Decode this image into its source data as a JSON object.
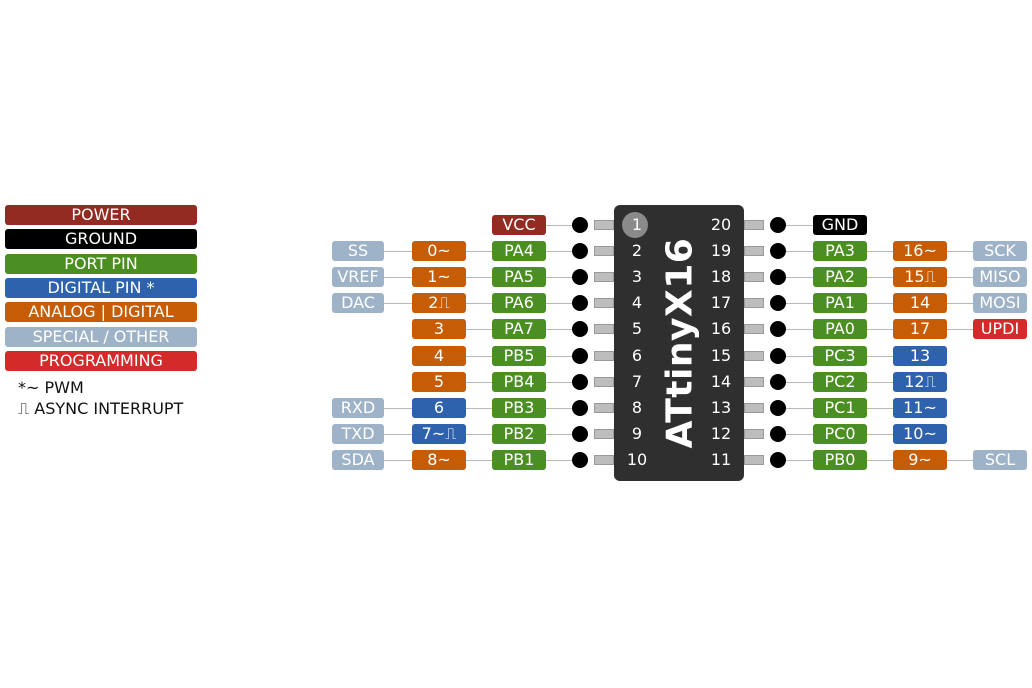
{
  "colors": {
    "power": "#922b21",
    "ground": "#000000",
    "port": "#4b8f23",
    "digital": "#2f62ad",
    "analog": "#c65c06",
    "special": "#9fb3c8",
    "programming": "#d42a2a"
  },
  "legend": [
    {
      "label": "POWER",
      "type": "power"
    },
    {
      "label": "GROUND",
      "type": "ground"
    },
    {
      "label": "PORT PIN",
      "type": "port"
    },
    {
      "label": "DIGITAL PIN *",
      "type": "digital"
    },
    {
      "label": "ANALOG | DIGITAL",
      "type": "analog"
    },
    {
      "label": "SPECIAL / OTHER",
      "type": "special"
    },
    {
      "label": "PROGRAMMING",
      "type": "programming"
    }
  ],
  "notes": [
    "*~  PWM",
    "⎍ ASYNC INTERRUPT"
  ],
  "chip_name": "ATtinyX16",
  "left_pins": [
    {
      "num": "1",
      "labels": [
        {
          "text": "VCC",
          "type": "power"
        }
      ]
    },
    {
      "num": "2",
      "labels": [
        {
          "text": "PA4",
          "type": "port"
        },
        {
          "text": "0~",
          "type": "analog"
        },
        {
          "text": "SS",
          "type": "special"
        }
      ]
    },
    {
      "num": "3",
      "labels": [
        {
          "text": "PA5",
          "type": "port"
        },
        {
          "text": "1~",
          "type": "analog"
        },
        {
          "text": "VREF",
          "type": "special"
        }
      ]
    },
    {
      "num": "4",
      "labels": [
        {
          "text": "PA6",
          "type": "port"
        },
        {
          "text": "2⎍",
          "type": "analog"
        },
        {
          "text": "DAC",
          "type": "special"
        }
      ]
    },
    {
      "num": "5",
      "labels": [
        {
          "text": "PA7",
          "type": "port"
        },
        {
          "text": "3",
          "type": "analog"
        }
      ]
    },
    {
      "num": "6",
      "labels": [
        {
          "text": "PB5",
          "type": "port"
        },
        {
          "text": "4",
          "type": "analog"
        }
      ]
    },
    {
      "num": "7",
      "labels": [
        {
          "text": "PB4",
          "type": "port"
        },
        {
          "text": "5",
          "type": "analog"
        }
      ]
    },
    {
      "num": "8",
      "labels": [
        {
          "text": "PB3",
          "type": "port"
        },
        {
          "text": "6",
          "type": "digital"
        },
        {
          "text": "RXD",
          "type": "special"
        }
      ]
    },
    {
      "num": "9",
      "labels": [
        {
          "text": "PB2",
          "type": "port"
        },
        {
          "text": "7~⎍",
          "type": "digital"
        },
        {
          "text": "TXD",
          "type": "special"
        }
      ]
    },
    {
      "num": "10",
      "labels": [
        {
          "text": "PB1",
          "type": "port"
        },
        {
          "text": "8~",
          "type": "analog"
        },
        {
          "text": "SDA",
          "type": "special"
        }
      ]
    }
  ],
  "right_pins": [
    {
      "num": "20",
      "labels": [
        {
          "text": "GND",
          "type": "ground"
        }
      ]
    },
    {
      "num": "19",
      "labels": [
        {
          "text": "PA3",
          "type": "port"
        },
        {
          "text": "16~",
          "type": "analog"
        },
        {
          "text": "SCK",
          "type": "special"
        }
      ]
    },
    {
      "num": "18",
      "labels": [
        {
          "text": "PA2",
          "type": "port"
        },
        {
          "text": "15⎍",
          "type": "analog"
        },
        {
          "text": "MISO",
          "type": "special"
        }
      ]
    },
    {
      "num": "17",
      "labels": [
        {
          "text": "PA1",
          "type": "port"
        },
        {
          "text": "14",
          "type": "analog"
        },
        {
          "text": "MOSI",
          "type": "special"
        }
      ]
    },
    {
      "num": "16",
      "labels": [
        {
          "text": "PA0",
          "type": "port"
        },
        {
          "text": "17",
          "type": "analog"
        },
        {
          "text": "UPDI",
          "type": "programming"
        }
      ]
    },
    {
      "num": "15",
      "labels": [
        {
          "text": "PC3",
          "type": "port"
        },
        {
          "text": "13",
          "type": "digital"
        }
      ]
    },
    {
      "num": "14",
      "labels": [
        {
          "text": "PC2",
          "type": "port"
        },
        {
          "text": "12⎍",
          "type": "digital"
        }
      ]
    },
    {
      "num": "13",
      "labels": [
        {
          "text": "PC1",
          "type": "port"
        },
        {
          "text": "11~",
          "type": "digital"
        }
      ]
    },
    {
      "num": "12",
      "labels": [
        {
          "text": "PC0",
          "type": "port"
        },
        {
          "text": "10~",
          "type": "digital"
        }
      ]
    },
    {
      "num": "11",
      "labels": [
        {
          "text": "PB0",
          "type": "port"
        },
        {
          "text": "9~",
          "type": "analog"
        },
        {
          "text": "SCL",
          "type": "special"
        }
      ]
    }
  ]
}
